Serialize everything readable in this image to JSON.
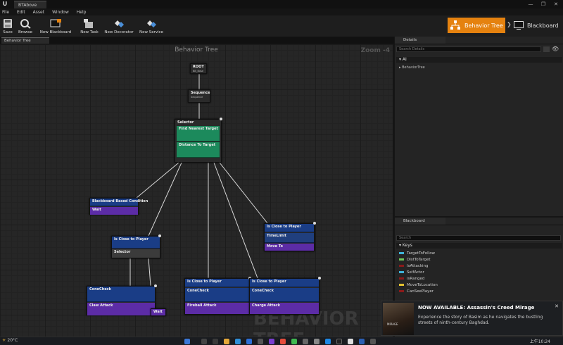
{
  "window": {
    "tab_title": "BTAbove"
  },
  "menu": [
    "File",
    "Edit",
    "Asset",
    "Window",
    "Help"
  ],
  "toolbar": {
    "save": "Save",
    "browse": "Browse",
    "new_blackboard": "New Blackboard",
    "new_task": "New Task",
    "new_decorator": "New Decorator",
    "new_service": "New Service",
    "mode_behavior_tree": "Behavior Tree",
    "mode_blackboard": "Blackboard"
  },
  "graph": {
    "tab": "Behavior Tree",
    "title": "Behavior Tree",
    "zoom": "Zoom -4",
    "watermark": "BEHAVIOR TREE",
    "root": {
      "label": "ROOT",
      "sub": "BB_Base"
    },
    "sequence": {
      "label": "Sequence",
      "sub": "Sequence"
    },
    "selector": {
      "label": "Selector",
      "services": [
        {
          "label": "Find Nearest Target"
        },
        {
          "label": "Distance To Target"
        }
      ]
    },
    "left_branch": {
      "decorator": "Blackboard Based Condition",
      "task": "Wait"
    },
    "close_selector": {
      "decorator": "Is Close to Player",
      "composite": "Selector"
    },
    "right_node": {
      "decorator": "Is Close to Player",
      "service": "TimeLimit",
      "task": "Move To"
    },
    "cone_node": {
      "decorator": "ConeCheck",
      "task": "Claw Attack",
      "task2": "Wait"
    },
    "fireball_node": {
      "decorator": "Is Close to Player",
      "decorator2": "ConeCheck",
      "task": "Fireball Attack"
    },
    "charge_node": {
      "decorator": "Is Close to Player",
      "decorator2": "ConeCheck",
      "task": "Charge Attack"
    }
  },
  "details": {
    "tab": "Details",
    "search_placeholder": "Search Details",
    "category": "AI",
    "row": "BehaviorTree"
  },
  "blackboard": {
    "tab": "Blackboard",
    "search_placeholder": "Search",
    "keys_header": "Keys",
    "keys": [
      {
        "name": "TargetToFollow",
        "color": "#3fb4d9"
      },
      {
        "name": "DistToTarget",
        "color": "#6fc85a"
      },
      {
        "name": "IsAttacking",
        "color": "#8b1a1a"
      },
      {
        "name": "SelfActor",
        "color": "#3fb4d9"
      },
      {
        "name": "isRanged",
        "color": "#8b1a1a"
      },
      {
        "name": "MoveToLocation",
        "color": "#e3c230"
      },
      {
        "name": "CanSeePlayer",
        "color": "#8b1a1a"
      }
    ]
  },
  "notification": {
    "title": "NOW AVAILABLE: Assassin's Creed Mirage",
    "body": "Experience the story of Basim as he navigates the bustling streets of ninth-century Baghdad.",
    "art_label": "MIRAGE"
  },
  "taskbar": {
    "weather": "20°C",
    "clock": "上午10:24"
  }
}
